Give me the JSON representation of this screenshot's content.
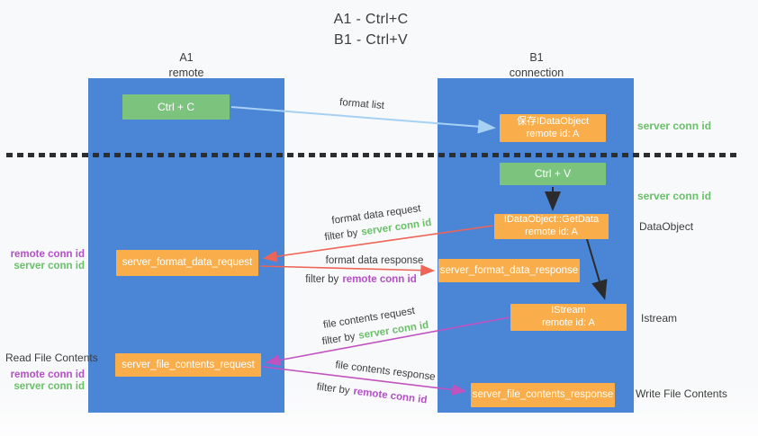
{
  "title": {
    "line1": "A1 - Ctrl+C",
    "line2": "B1 - Ctrl+V"
  },
  "lanes": {
    "a1": {
      "name": "A1",
      "role": "remote"
    },
    "b1": {
      "name": "B1",
      "role": "connection"
    }
  },
  "nodes": {
    "ctrl_c": {
      "label": "Ctrl + C"
    },
    "save_idataobject": {
      "line1": "保存IDataObject",
      "line2": "remote id: A"
    },
    "ctrl_v": {
      "label": "Ctrl + V"
    },
    "getdata": {
      "line1": "IDataObject::GetData",
      "line2": "remote id: A"
    },
    "format_request": {
      "label": "server_format_data_request"
    },
    "format_response": {
      "label": "server_format_data_response"
    },
    "istream": {
      "line1": "IStream",
      "line2": "remote id: A"
    },
    "file_request": {
      "label": "server_file_contents_request"
    },
    "file_response": {
      "label": "server_file_contents_response"
    }
  },
  "arrow_labels": {
    "format_list": "format list",
    "format_data_request": "format data request",
    "format_data_response": "format data response",
    "file_contents_request": "file contents request",
    "file_contents_response": "file contents response",
    "filter_by": "filter by",
    "server_conn_id": "server conn id",
    "remote_conn_id": "remote conn id"
  },
  "side_labels": {
    "server_conn_id_top": "server conn id",
    "server_conn_id_mid": "server conn id",
    "dataobject": "DataObject",
    "istream": "Istream",
    "write_file_contents": "Write File Contents",
    "read_file_contents": "Read File Contents",
    "remote_conn_id_format": "remote conn id",
    "server_conn_id_format": "server conn id",
    "remote_conn_id_file": "remote conn id",
    "server_conn_id_file": "server conn id"
  },
  "colors": {
    "lane_fill": "#4A85D6",
    "node_green": "#7CC47E",
    "node_orange": "#F9AE4B",
    "node_text": "#FFFFFF",
    "arrow_lightblue": "#A6D1F2",
    "arrow_red": "#EE6457",
    "arrow_magenta": "#C153C1",
    "arrow_black": "#2B2B2B",
    "text_green": "#6ABF69",
    "text_purple": "#B44FC8",
    "text_dark": "#3C3C3C"
  }
}
